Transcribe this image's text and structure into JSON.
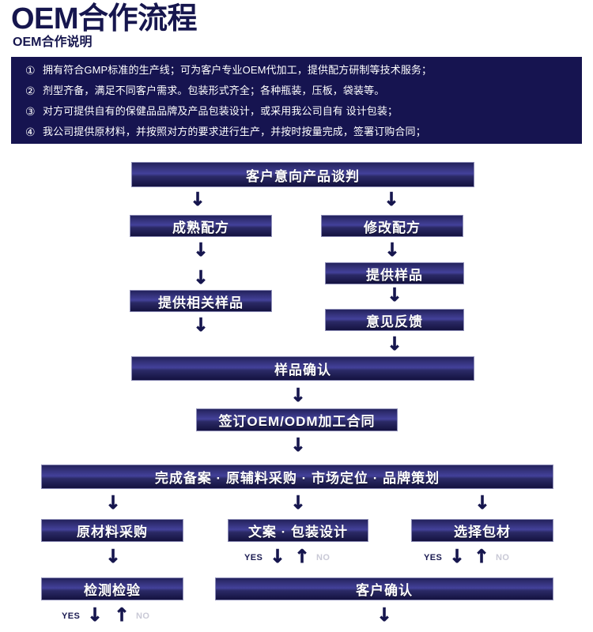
{
  "header": {
    "title": "OEM合作流程",
    "subtitle": "OEM合作说明"
  },
  "notes": {
    "band_color": "#161450",
    "items": [
      {
        "num": "①",
        "text": "拥有符合GMP标准的生产线；可为客户专业OEM代加工，提供配方研制等技术服务；"
      },
      {
        "num": "②",
        "text": "剂型齐备，满足不同客户需求。包装形式齐全；各种瓶装，压板，袋装等。"
      },
      {
        "num": "③",
        "text": "对方可提供自有的保健品品牌及产品包装设计，或采用我公司自有 设计包装；"
      },
      {
        "num": "④",
        "text": "我公司提供原材料，并按照对方的要求进行生产，并按时按量完成，签署订购合同；"
      }
    ]
  },
  "flow": {
    "box_gradient_top": "#312f74",
    "box_gradient_mid": "#43419a",
    "box_gradient_bottom": "#141240",
    "box_border": "#8e8eb8",
    "arrow_color": "#16164e",
    "boxes": [
      {
        "id": "box-customer-intent",
        "label": "客户意向产品谈判"
      },
      {
        "id": "box-mature-formula",
        "label": "成熟配方"
      },
      {
        "id": "box-modify-formula",
        "label": "修改配方"
      },
      {
        "id": "box-provide-sample",
        "label": "提供样品"
      },
      {
        "id": "box-provide-related-sample",
        "label": "提供相关样品"
      },
      {
        "id": "box-feedback",
        "label": "意见反馈"
      },
      {
        "id": "box-sample-confirm",
        "label": "样品确认"
      },
      {
        "id": "box-sign-contract",
        "label": "签订OEM/ODM加工合同"
      },
      {
        "id": "box-record-procurement",
        "label": "完成备案 · 原辅料采购 · 市场定位 · 品牌策划"
      },
      {
        "id": "box-raw-material",
        "label": "原材料采购"
      },
      {
        "id": "box-copy-package",
        "label": "文案 · 包装设计"
      },
      {
        "id": "box-select-packaging",
        "label": "选择包材"
      },
      {
        "id": "box-inspection",
        "label": "检测检验"
      },
      {
        "id": "box-customer-confirm",
        "label": "客户确认"
      }
    ],
    "arrow_down": "↓",
    "arrow_up": "↑",
    "decision_labels": {
      "yes": "YES",
      "no": "NO"
    }
  }
}
